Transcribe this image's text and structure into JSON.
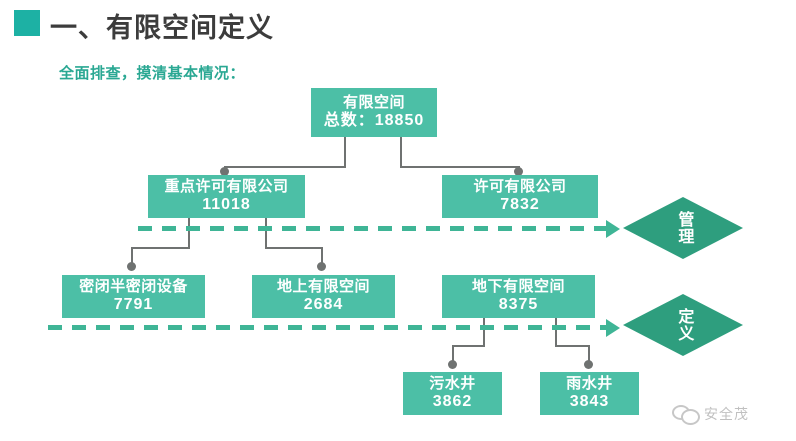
{
  "header": {
    "bullet_color": "#1db1a4",
    "title": "一、有限空间定义",
    "subtitle": "全面排查，摸清基本情况："
  },
  "palette": {
    "node_fill": "#4cbfa6",
    "diamond_fill": "#2e9e7e",
    "connector": "#6f7271",
    "dashed_line": "#3fb596",
    "title_text": "#3c3c3c",
    "subtitle_text": "#2aa893"
  },
  "chart_data": {
    "type": "diagram",
    "title": "有限空间定义 — 全面排查，摸清基本情况",
    "nodes": [
      {
        "id": "root",
        "label": "有限空间",
        "value": "总数：18850",
        "count": 18850,
        "level": 0
      },
      {
        "id": "key",
        "label": "重点许可有限公司",
        "value": "11018",
        "count": 11018,
        "level": 1
      },
      {
        "id": "lic",
        "label": "许可有限公司",
        "value": "7832",
        "count": 7832,
        "level": 1
      },
      {
        "id": "seal",
        "label": "密闭半密闭设备",
        "value": "7791",
        "count": 7791,
        "level": 2
      },
      {
        "id": "above",
        "label": "地上有限空间",
        "value": "2684",
        "count": 2684,
        "level": 2
      },
      {
        "id": "under",
        "label": "地下有限空间",
        "value": "8375",
        "count": 8375,
        "level": 2
      },
      {
        "id": "sewage",
        "label": "污水井",
        "value": "3862",
        "count": 3862,
        "level": 3
      },
      {
        "id": "rain",
        "label": "雨水井",
        "value": "3843",
        "count": 3843,
        "level": 3
      }
    ],
    "edges": [
      {
        "from": "root",
        "to": "key"
      },
      {
        "from": "root",
        "to": "lic"
      },
      {
        "from": "key",
        "to": "seal"
      },
      {
        "from": "key",
        "to": "above"
      },
      {
        "from": "under",
        "to": "sewage"
      },
      {
        "from": "under",
        "to": "rain"
      }
    ],
    "bands": [
      {
        "label": "管理",
        "row": 1
      },
      {
        "label": "定义",
        "row": 2
      }
    ]
  },
  "nodes": {
    "root": {
      "line1": "有限空间",
      "line2": "总数：18850"
    },
    "key": {
      "line1": "重点许可有限公司",
      "line2": "11018"
    },
    "lic": {
      "line1": "许可有限公司",
      "line2": "7832"
    },
    "seal": {
      "line1": "密闭半密闭设备",
      "line2": "7791"
    },
    "above": {
      "line1": "地上有限空间",
      "line2": "2684"
    },
    "under": {
      "line1": "地下有限空间",
      "line2": "8375"
    },
    "sewage": {
      "line1": "污水井",
      "line2": "3862"
    },
    "rain": {
      "line1": "雨水井",
      "line2": "3843"
    }
  },
  "diamonds": {
    "manage": "管理",
    "define": "定义"
  },
  "watermark": {
    "text": "安全茂",
    "icon": "wechat-icon"
  }
}
